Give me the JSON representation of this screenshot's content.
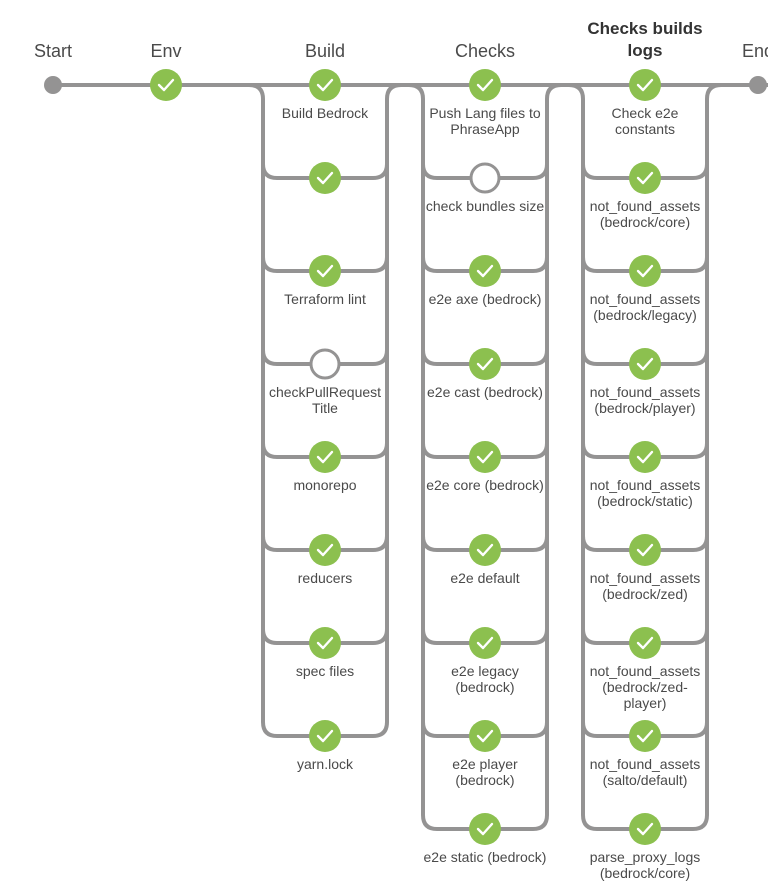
{
  "stages": [
    {
      "key": "start",
      "label": "Start",
      "type": "terminal"
    },
    {
      "key": "env",
      "label": "Env",
      "status": "success"
    },
    {
      "key": "build",
      "label": "Build",
      "steps": [
        {
          "label": "Build Bedrock",
          "status": "success"
        },
        {
          "label": "",
          "status": "success"
        },
        {
          "label": "Terraform lint",
          "status": "success"
        },
        {
          "label": "checkPullRequest Title",
          "status": "not-built"
        },
        {
          "label": "monorepo",
          "status": "success"
        },
        {
          "label": "reducers",
          "status": "success"
        },
        {
          "label": "spec files",
          "status": "success"
        },
        {
          "label": "yarn.lock",
          "status": "success"
        }
      ]
    },
    {
      "key": "checks",
      "label": "Checks",
      "steps": [
        {
          "label": "Push Lang files to PhraseApp",
          "status": "success"
        },
        {
          "label": "check bundles size",
          "status": "not-built"
        },
        {
          "label": "e2e axe (bedrock)",
          "status": "success"
        },
        {
          "label": "e2e cast (bedrock)",
          "status": "success"
        },
        {
          "label": "e2e core (bedrock)",
          "status": "success"
        },
        {
          "label": "e2e default",
          "status": "success"
        },
        {
          "label": "e2e legacy (bedrock)",
          "status": "success"
        },
        {
          "label": "e2e player (bedrock)",
          "status": "success"
        },
        {
          "label": "e2e static (bedrock)",
          "status": "success"
        }
      ]
    },
    {
      "key": "logs",
      "label": "Checks builds logs",
      "bold": true,
      "steps": [
        {
          "label": "Check e2e constants",
          "status": "success"
        },
        {
          "label": "not_found_assets (bedrock/core)",
          "status": "success"
        },
        {
          "label": "not_found_assets (bedrock/legacy)",
          "status": "success"
        },
        {
          "label": "not_found_assets (bedrock/player)",
          "status": "success"
        },
        {
          "label": "not_found_assets (bedrock/static)",
          "status": "success"
        },
        {
          "label": "not_found_assets (bedrock/zed)",
          "status": "success"
        },
        {
          "label": "not_found_assets (bedrock/zed-player)",
          "status": "success"
        },
        {
          "label": "not_found_assets (salto/default)",
          "status": "success"
        },
        {
          "label": "parse_proxy_logs (bedrock/core)",
          "status": "success"
        }
      ]
    },
    {
      "key": "end",
      "label": "End",
      "type": "terminal"
    }
  ],
  "colors": {
    "success": "#8cc04f",
    "line": "#949393",
    "terminal": "#949393",
    "not_built": "#949393"
  },
  "icons": {
    "success": "check-icon",
    "not_built": "empty-circle-icon",
    "terminal": "terminal-dot-icon"
  }
}
